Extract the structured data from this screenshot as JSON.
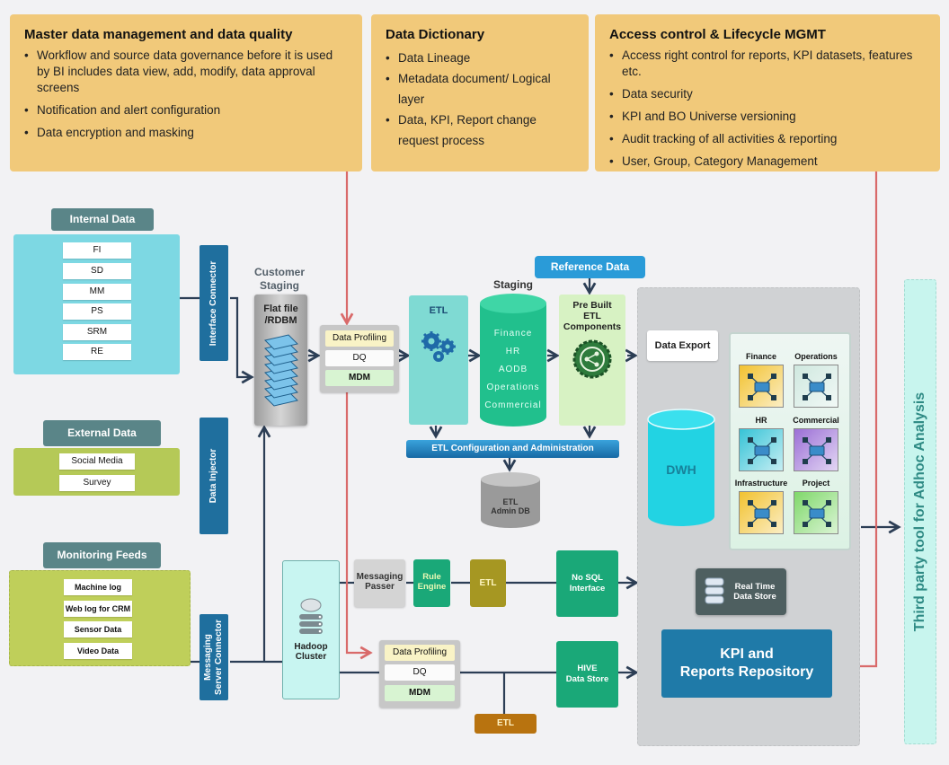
{
  "governance": {
    "mdm": {
      "title": "Master data management and data quality",
      "items": [
        "Workflow and source data governance before it is used by BI includes data view, add, modify, data approval screens",
        "Notification and alert configuration",
        "Data encryption and masking"
      ]
    },
    "dictionary": {
      "title": "Data Dictionary",
      "items": [
        "Data Lineage",
        "Metadata document/ Logical layer",
        "Data, KPI, Report change request process"
      ]
    },
    "access": {
      "title": "Access control & Lifecycle MGMT",
      "items": [
        "Access right control for reports, KPI datasets, features etc.",
        "Data security",
        "KPI and BO Universe versioning",
        "Audit tracking of all activities & reporting",
        "User, Group, Category Management"
      ]
    }
  },
  "sources": {
    "internal": {
      "title": "Internal Data",
      "items": [
        "FI",
        "SD",
        "MM",
        "PS",
        "SRM",
        "RE"
      ]
    },
    "external": {
      "title": "External Data",
      "items": [
        "Social Media",
        "Survey"
      ]
    },
    "monitoring": {
      "title": "Monitoring Feeds",
      "items": [
        "Machine log",
        "Web log for CRM",
        "Sensor Data",
        "Video Data"
      ]
    }
  },
  "connectors": {
    "interface": "Interface Connector",
    "injector": "Data Injector",
    "messaging_line1": "Messaging",
    "messaging_line2": "Server Connector"
  },
  "customer_staging": {
    "title_line1": "Customer",
    "title_line2": "Staging",
    "box_line1": "Flat file",
    "box_line2": "/RDBM",
    "icon": "layers-icon"
  },
  "data_quality_top": {
    "rows": [
      "Data Profiling",
      "DQ",
      "MDM"
    ]
  },
  "data_quality_bottom": {
    "rows": [
      "Data Profiling",
      "DQ",
      "MDM"
    ]
  },
  "etl_box": {
    "title": "ETL",
    "icon": "gears-icon"
  },
  "staging": {
    "title": "Staging",
    "items": [
      "Finance",
      "HR",
      "AODB",
      "Operations",
      "Commercial"
    ]
  },
  "reference_data": "Reference Data",
  "prebuilt": {
    "line1": "Pre Built",
    "line2": "ETL",
    "line3": "Components",
    "icon": "share-gear-icon"
  },
  "etl_config": "ETL Configuration and Administration",
  "etl_admin_db": {
    "line1": "ETL",
    "line2": "Admin DB"
  },
  "data_export": "Data Export",
  "dwh": "DWH",
  "kpi_tiles": [
    {
      "label": "Finance",
      "color": "#f2c230"
    },
    {
      "label": "Operations",
      "color": "#cfe8df"
    },
    {
      "label": "HR",
      "color": "#36c3d6"
    },
    {
      "label": "Commercial",
      "color": "#9b6fd6"
    },
    {
      "label": "Infrastructure",
      "color": "#f2c230"
    },
    {
      "label": "Project",
      "color": "#7fd86a"
    }
  ],
  "hadoop": {
    "line1": "Hadoop",
    "line2": "Cluster",
    "icon": "hadoop-server-icon"
  },
  "messaging_passer": {
    "line1": "Messaging",
    "line2": "Passer"
  },
  "rule_engine": {
    "line1": "Rule",
    "line2": "Engine"
  },
  "etl_mid": "ETL",
  "etl_low": "ETL",
  "nosql": {
    "line1": "No SQL",
    "line2": "Interface"
  },
  "hive": {
    "line1": "HIVE",
    "line2": "Data Store"
  },
  "realtime": {
    "line1": "Real Time",
    "line2": "Data Store",
    "icon": "database-icon"
  },
  "kpi_repo": {
    "line1": "KPI and",
    "line2": "Reports Repository"
  },
  "third_party": "Third party tool for Adhoc Analysis",
  "colors": {
    "governance": "#f1c97a",
    "connector": "#1f6f9e",
    "source_header": "#5a8588",
    "internal_panel": "#7dd8e3",
    "external_panel": "#b5c957",
    "teal_green": "#1aa878",
    "kpi_repo": "#1f7aa8",
    "red_line": "#d96a6a"
  }
}
